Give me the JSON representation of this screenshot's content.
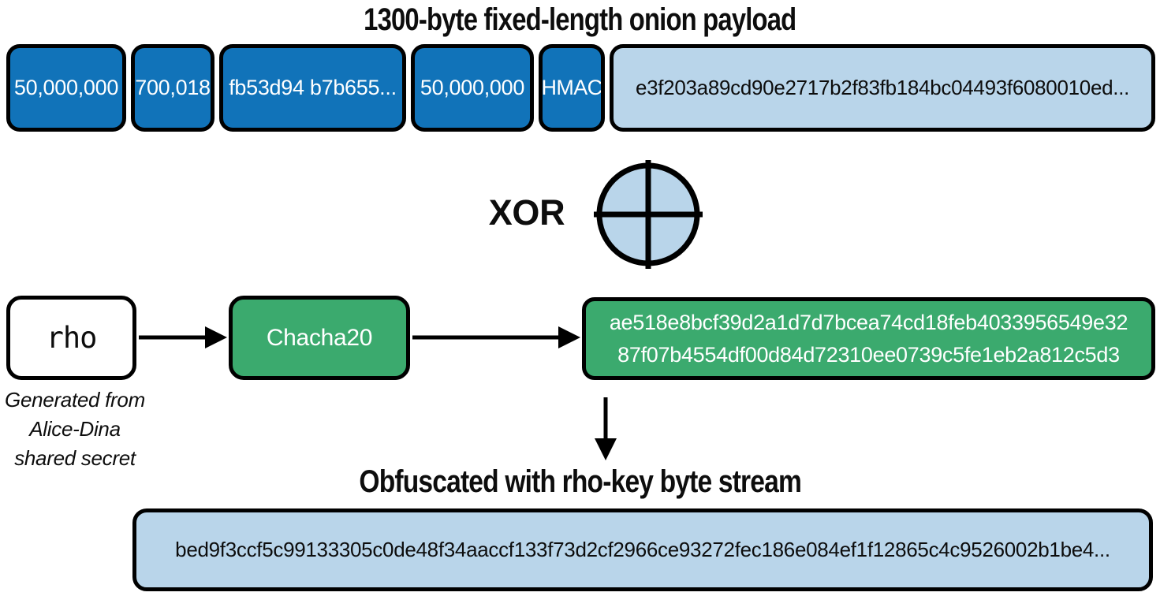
{
  "colors": {
    "dark_blue": "#1173b9",
    "light_blue": "#b9d5ea",
    "green": "#3baa6e",
    "outline": "#000000",
    "background": "#ffffff"
  },
  "header": {
    "title": "1300-byte fixed-length onion payload"
  },
  "payload_row": {
    "cells": [
      {
        "label": "50,000,000"
      },
      {
        "label": "700,018"
      },
      {
        "label": "fb53d94 b7b655..."
      },
      {
        "label": "50,000,000"
      },
      {
        "label": "HMAC"
      },
      {
        "label": "e3f203a89cd90e2717b2f83fb184bc04493f6080010ed..."
      }
    ]
  },
  "xor": {
    "label": "XOR",
    "icon": "circle-plus"
  },
  "rho": {
    "label": "rho",
    "caption_line1": "Generated from",
    "caption_line2": "Alice-Dina",
    "caption_line3": "shared secret"
  },
  "chacha": {
    "label": "Chacha20"
  },
  "keystream": {
    "line1": "ae518e8bcf39d2a1d7d7bcea74cd18feb4033956549e32",
    "line2": "87f07b4554df00d84d72310ee0739c5fe1eb2a812c5d3"
  },
  "obfuscated": {
    "heading": "Obfuscated with rho-key byte stream",
    "value": "bed9f3ccf5c99133305c0de48f34aaccf133f73d2cf2966ce93272fec186e084ef1f12865c4c9526002b1be4..."
  }
}
